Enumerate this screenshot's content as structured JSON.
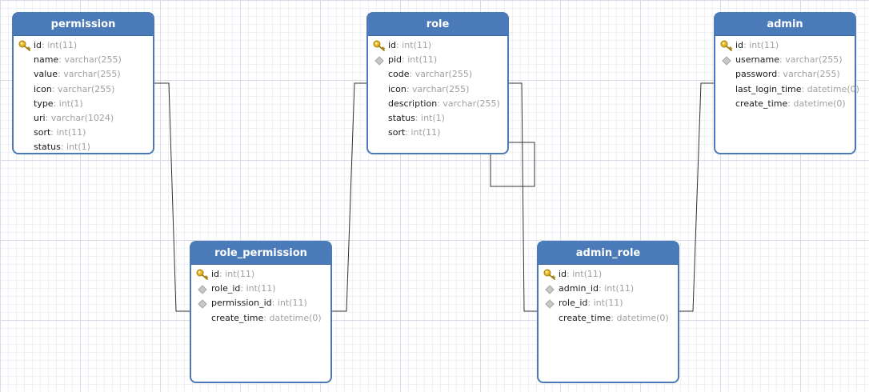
{
  "colors": {
    "header": "#4a7ab8",
    "border": "#4a7ab8",
    "line": "#333333"
  },
  "tables": [
    {
      "key": "permission",
      "name": "permission",
      "fields": [
        {
          "name": "id",
          "type": ": int(11)",
          "key": "pk"
        },
        {
          "name": "name",
          "type": ": varchar(255)",
          "key": ""
        },
        {
          "name": "value",
          "type": ": varchar(255)",
          "key": ""
        },
        {
          "name": "icon",
          "type": ": varchar(255)",
          "key": ""
        },
        {
          "name": "type",
          "type": ": int(1)",
          "key": ""
        },
        {
          "name": "uri",
          "type": ": varchar(1024)",
          "key": ""
        },
        {
          "name": "sort",
          "type": ": int(11)",
          "key": ""
        },
        {
          "name": "status",
          "type": ": int(1)",
          "key": ""
        }
      ]
    },
    {
      "key": "role",
      "name": "role",
      "fields": [
        {
          "name": "id",
          "type": ": int(11)",
          "key": "pk"
        },
        {
          "name": "pid",
          "type": ": int(11)",
          "key": "fk"
        },
        {
          "name": "code",
          "type": ": varchar(255)",
          "key": ""
        },
        {
          "name": "icon",
          "type": ": varchar(255)",
          "key": ""
        },
        {
          "name": "description",
          "type": ": varchar(255)",
          "key": ""
        },
        {
          "name": "status",
          "type": ": int(1)",
          "key": ""
        },
        {
          "name": "sort",
          "type": ": int(11)",
          "key": ""
        }
      ]
    },
    {
      "key": "admin",
      "name": "admin",
      "fields": [
        {
          "name": "id",
          "type": ": int(11)",
          "key": "pk"
        },
        {
          "name": "username",
          "type": ": varchar(255)",
          "key": "fk"
        },
        {
          "name": "password",
          "type": ": varchar(255)",
          "key": ""
        },
        {
          "name": "last_login_time",
          "type": ": datetime(0)",
          "key": ""
        },
        {
          "name": "create_time",
          "type": ": datetime(0)",
          "key": ""
        }
      ]
    },
    {
      "key": "role-permission",
      "name": "role_permission",
      "fields": [
        {
          "name": "id",
          "type": ": int(11)",
          "key": "pk"
        },
        {
          "name": "role_id",
          "type": ": int(11)",
          "key": "fk"
        },
        {
          "name": "permission_id",
          "type": ": int(11)",
          "key": "fk"
        },
        {
          "name": "create_time",
          "type": ": datetime(0)",
          "key": ""
        }
      ]
    },
    {
      "key": "admin-role",
      "name": "admin_role",
      "fields": [
        {
          "name": "id",
          "type": ": int(11)",
          "key": "pk"
        },
        {
          "name": "admin_id",
          "type": ": int(11)",
          "key": "fk"
        },
        {
          "name": "role_id",
          "type": ": int(11)",
          "key": "fk"
        },
        {
          "name": "create_time",
          "type": ": datetime(0)",
          "key": ""
        }
      ]
    }
  ]
}
